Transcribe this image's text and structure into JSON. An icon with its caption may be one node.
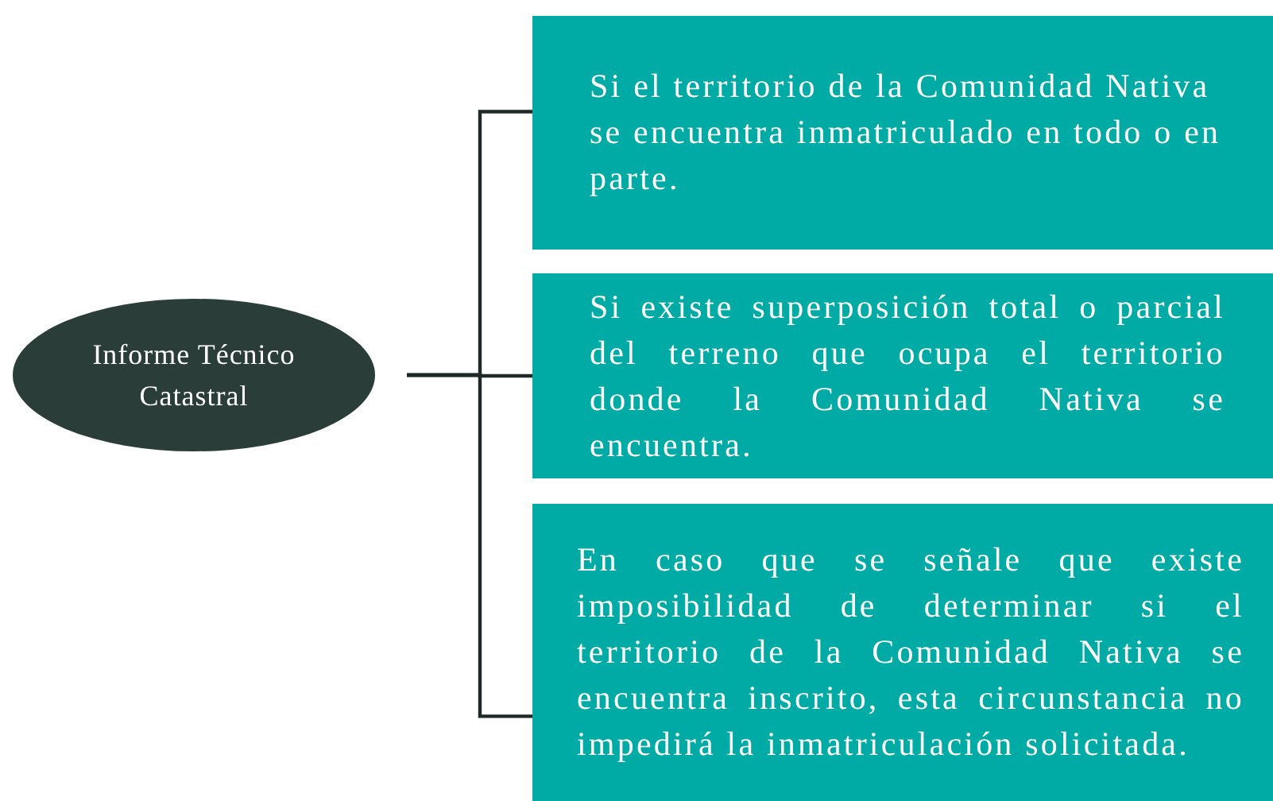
{
  "diagram": {
    "nodes": [
      {
        "text": [
          "Informe Técnico Catastral"
        ]
      },
      {
        "text": [
          "Si el territorio de la Comunidad Nativa se encuentra inmatriculado en todo o en parte."
        ]
      },
      {
        "text": [
          "Si existe superposición total o parcial del terreno que ocupa el territorio donde la Comunidad Nativa se encuentra."
        ]
      },
      {
        "text": [
          "En caso que se señale que existe imposibilidad de determinar si el territorio de la Comunidad Nativa se encuentra inscrito, esta circunstancia no impedirá la inmatriculación solicitada."
        ]
      }
    ],
    "edges": [
      {
        "from": 0,
        "to": 1,
        "arrow": "none"
      },
      {
        "from": 0,
        "to": 2,
        "arrow": "none"
      },
      {
        "from": 0,
        "to": 3,
        "arrow": "none"
      }
    ]
  }
}
